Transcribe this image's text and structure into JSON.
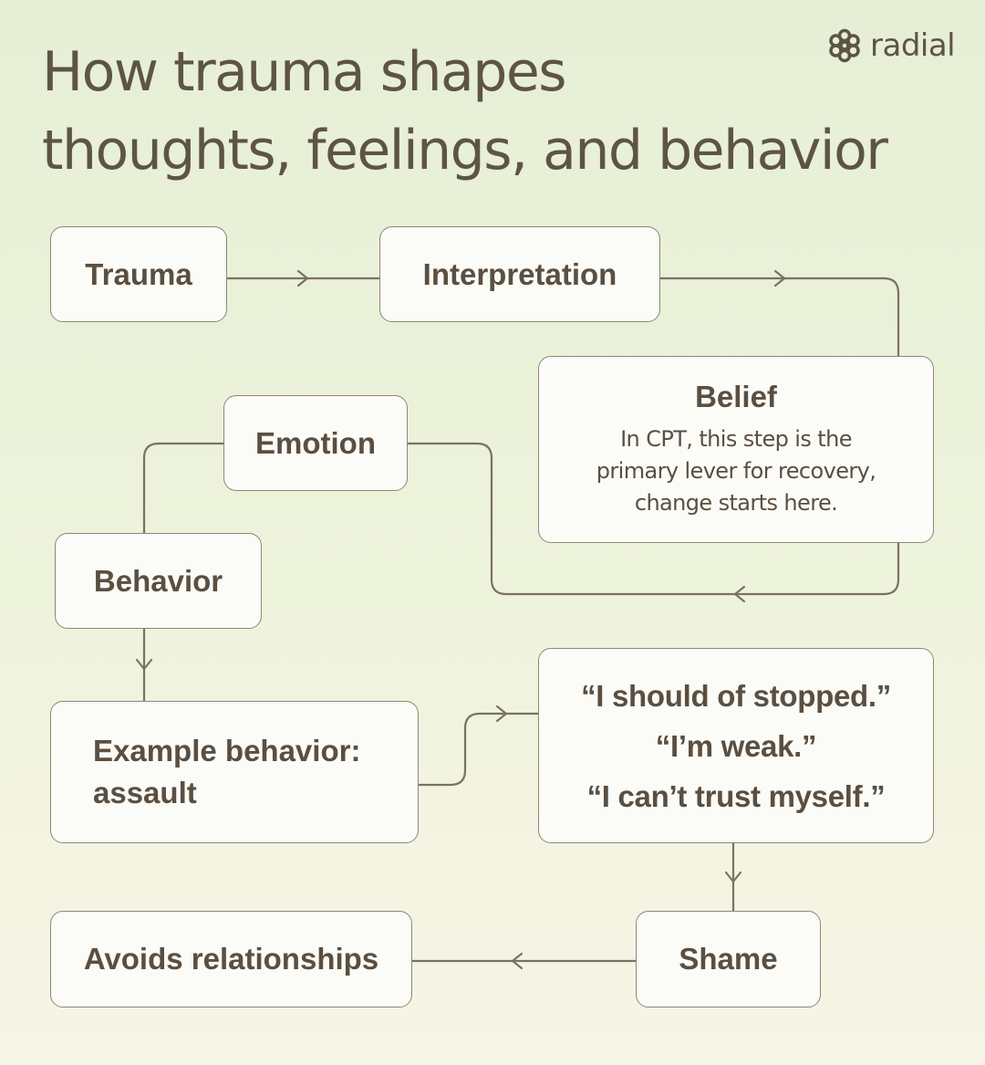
{
  "title": {
    "line1": "How trauma shapes",
    "line2": "thoughts, feelings, and behavior"
  },
  "brand": {
    "name": "radial",
    "icon": "flower-logo-icon"
  },
  "nodes": {
    "trauma": "Trauma",
    "interpretation": "Interpretation",
    "belief": {
      "title": "Belief",
      "desc_lines": [
        "In CPT, this step is the",
        "primary lever for recovery,",
        "change starts here."
      ]
    },
    "emotion": "Emotion",
    "behavior": "Behavior",
    "example": {
      "lines": [
        "Example behavior:",
        "assault"
      ]
    },
    "quotes": {
      "lines": [
        "“I should of stopped.”",
        "“I’m weak.”",
        "“I can’t trust myself.”"
      ]
    },
    "shame": "Shame",
    "avoids": "Avoids relationships"
  },
  "colors": {
    "line": "#7b7263",
    "node_fill": "#fbfbf7",
    "node_border": "#8f8676",
    "text": "#5a4f40"
  }
}
